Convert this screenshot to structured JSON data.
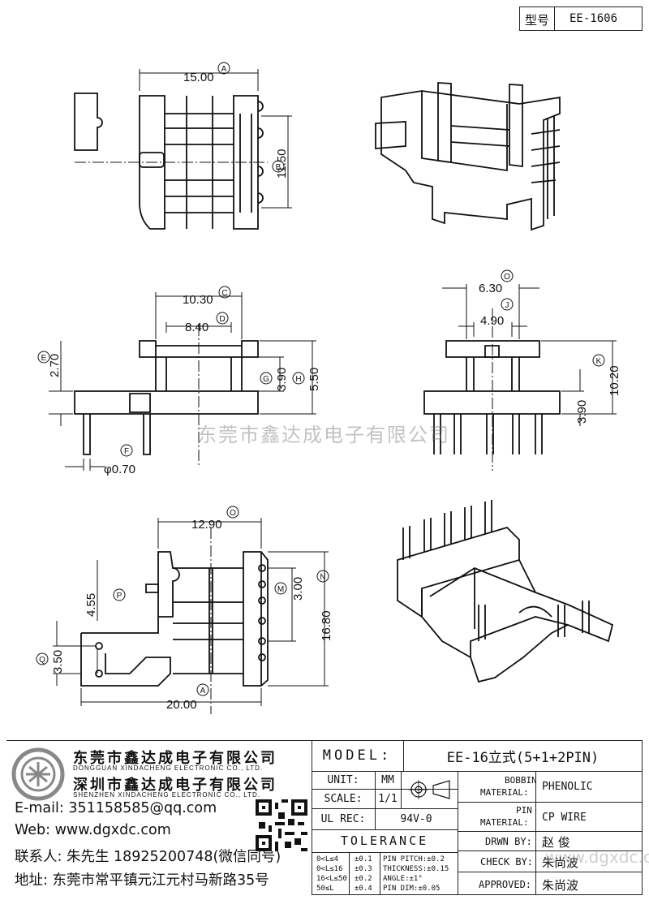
{
  "header": {
    "model_label": "型号",
    "model_value": "EE-1606"
  },
  "watermark": {
    "text": "东莞市鑫达成电子有限公司",
    "site": "www.dgxdc.com"
  },
  "dimensions": {
    "a": "15.00",
    "b": "11.50",
    "c": "10.30",
    "d": "8.40",
    "e": "2.70",
    "f": "φ0.70",
    "g": "3.90",
    "h": "5.50",
    "o": "6.30",
    "j": "4.90",
    "k": "10.20",
    "k2": "3.90",
    "t": "12.90",
    "p": "4.55",
    "m": "3.00",
    "n": "16.80",
    "q": "3.50",
    "a2": "20.00"
  },
  "markers": {
    "a": "A",
    "b": "B",
    "c": "C",
    "d": "D",
    "e": "E",
    "f": "F",
    "g": "G",
    "h": "H",
    "o": "O",
    "j": "J",
    "k": "K",
    "t": "O",
    "p": "P",
    "m": "M",
    "n": "N",
    "q": "Q"
  },
  "company": {
    "name_cn_1": "东莞市鑫达成电子有限公司",
    "name_en_1": "DONGGUAN XINDACHENG ELECTRONIC CO., LTD.",
    "name_cn_2": "深圳市鑫达成电子有限公司",
    "name_en_2": "SHENZHEN XINDACHENG ELECTRONIC CO., LTD."
  },
  "contact": {
    "email": "E-mail: 351158585@qq.com",
    "web": "Web: www.dgxdc.com",
    "person": "联系人: 朱先生 18925200748(微信同号)",
    "address": "地址: 东莞市常平镇元江元村马新路35号"
  },
  "title_block": {
    "model_label": "MODEL:",
    "model_value": "EE-16立式(5+1+2PIN)",
    "unit_label": "UNIT:",
    "unit_value": "MM",
    "scale_label": "SCALE:",
    "scale_value": "1/1",
    "ul_label": "UL REC:",
    "ul_value": "94V-0",
    "tolerance_label": "TOLERANCE",
    "bobbin_label_1": "BOBBIN",
    "bobbin_label_2": "MATERIAL:",
    "bobbin_value": "PHENOLIC",
    "pin_label_1": "PIN",
    "pin_label_2": "MATERIAL:",
    "pin_value": "CP WIRE",
    "drawn_label": "DRWN BY:",
    "drawn_value": "赵 俊",
    "check_label": "CHECK BY:",
    "check_value": "朱尚波",
    "approved_label": "APPROVED:",
    "approved_value": "朱尚波"
  },
  "tolerance": {
    "r1a": "0<L≤4",
    "r1b": "±0.1",
    "r1c": "PIN PITCH:±0.2",
    "r2a": "0<L≤16",
    "r2b": "±0.3",
    "r2c": "THICKNESS:±0.15",
    "r3a": "16<L≤50",
    "r3b": "±0.2",
    "r3c": "ANGLE:±1°",
    "r4a": "50≤L",
    "r4b": "±0.4",
    "r4c": "PIN DIM:±0.05"
  }
}
